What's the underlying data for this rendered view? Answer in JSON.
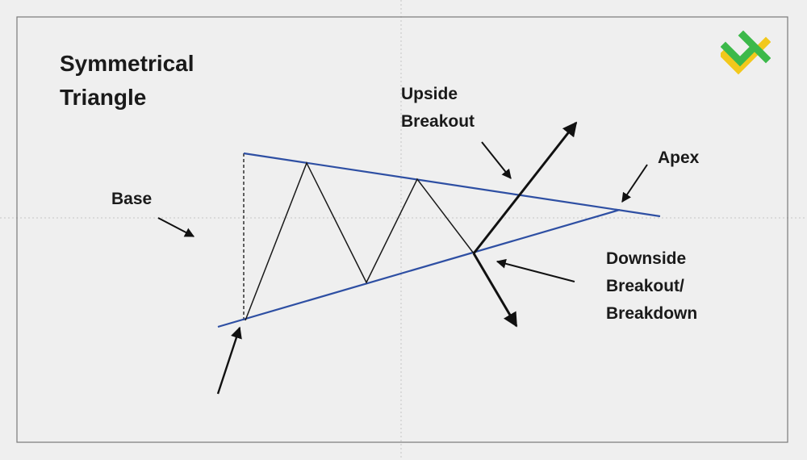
{
  "title": {
    "line1": "Symmetrical",
    "line2": "Triangle"
  },
  "labels": {
    "upside": [
      "Upside",
      "Breakout"
    ],
    "apex": "Apex",
    "base": "Base",
    "downside": [
      "Downside",
      "Breakout/",
      "Breakdown"
    ]
  },
  "colors": {
    "background": "#efefef",
    "trendline": "#2e4fa3",
    "price_path": "#1a1a1a",
    "arrow": "#111111",
    "logo_green": "#3cb94a",
    "logo_yellow": "#f2c81c"
  },
  "logo": {
    "icon": "lfx-logo-icon"
  }
}
